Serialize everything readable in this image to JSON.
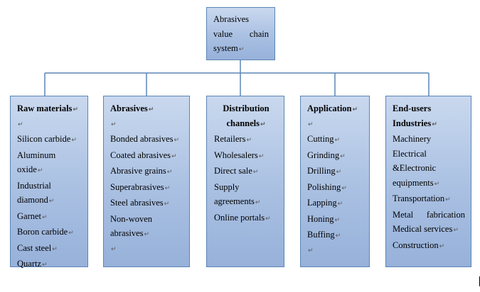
{
  "root": {
    "lines": [
      "Abrasives",
      "value",
      "chain",
      "system"
    ]
  },
  "paragraph_mark": "↵",
  "columns": [
    {
      "id": "raw",
      "heading": "Raw materials",
      "items": [
        "Silicon carbide",
        "Aluminum",
        "oxide",
        "Industrial",
        "diamond",
        "Garnet",
        "Boron carbide",
        "Cast steel",
        "Quartz"
      ]
    },
    {
      "id": "abr",
      "heading": "Abrasives",
      "items": [
        "Bonded abrasives",
        "Coated abrasives",
        "Abrasive grains",
        "Superabrasives",
        "Steel abrasives",
        "Non-woven",
        "abrasives"
      ]
    },
    {
      "id": "dist",
      "heading_line1": "Distribution",
      "heading_line2": "channels",
      "items": [
        "Retailers",
        "Wholesalers",
        "Direct sale",
        "Supply",
        "agreements",
        "Online portals"
      ]
    },
    {
      "id": "app",
      "heading": "Application",
      "items": [
        "Cutting",
        "Grinding",
        "Drilling",
        "Polishing",
        "Lapping",
        "Honing",
        "Buffing"
      ]
    },
    {
      "id": "end",
      "heading_line1": "End-users",
      "heading_line2": "Industries",
      "items": [
        "Machinery",
        "Electrical",
        "&Electronic",
        "equipments",
        "Transportation",
        "Metal",
        "fabrication",
        "Medical services",
        "Construction"
      ]
    }
  ],
  "colors": {
    "box_fill": "#a9c0e2",
    "box_border": "#5b86b5",
    "connector": "#5b86b5"
  }
}
